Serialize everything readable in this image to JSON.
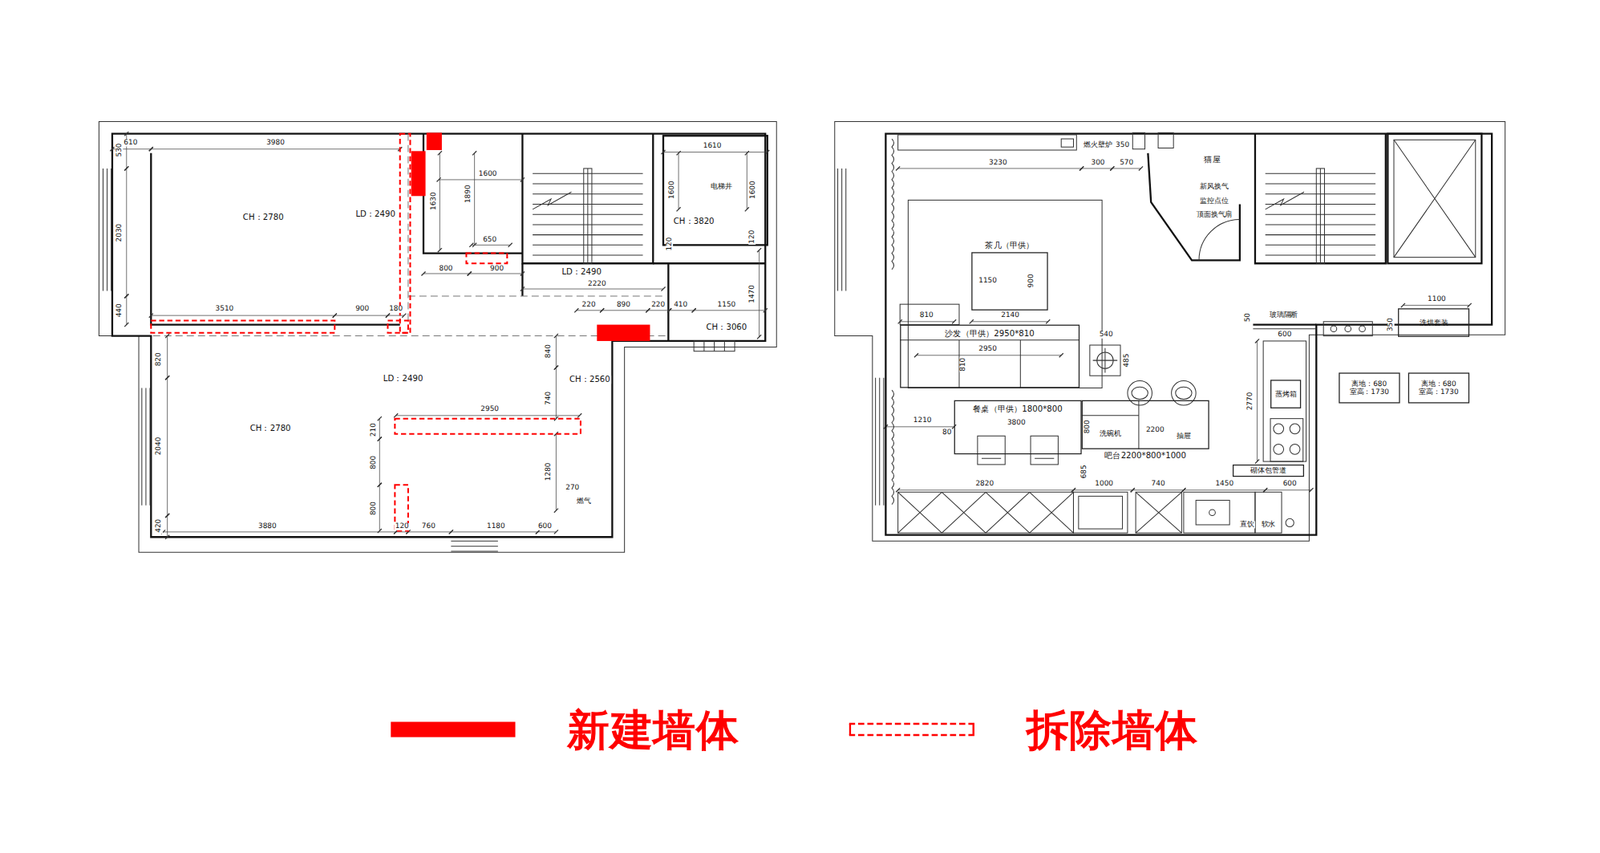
{
  "diagram": {
    "nodes": [
      {
        "text": [
          "茶几（甲供）"
        ]
      },
      {
        "text": [
          "沙发（甲供）2950*810"
        ]
      },
      {
        "text": [
          "餐桌（甲供）1800*800"
        ]
      },
      {
        "text": [
          "吧台2200*800*1000"
        ]
      },
      {
        "text": [
          "蒸烤箱"
        ]
      },
      {
        "text": [
          "砌体包管道"
        ]
      },
      {
        "text": [
          "洗烘套装"
        ]
      },
      {
        "text": [
          "离地：680",
          "室高：1730"
        ]
      },
      {
        "text": [
          "离地：680",
          "室高：1730"
        ]
      }
    ],
    "labels": [
      "610",
      "3980",
      "530",
      "2030",
      "440",
      "CH：2780",
      "LD：2490",
      "1600",
      "1630",
      "1890",
      "650",
      "800",
      "900",
      "LD：2490",
      "2220",
      "1610",
      "1600",
      "电梯井",
      "1600",
      "CH：3820",
      "120",
      "120",
      "1470",
      "220",
      "890",
      "220",
      "410",
      "1150",
      "CH：3060",
      "3510",
      "900",
      "180",
      "820",
      "CH：2780",
      "2040",
      "420",
      "3880",
      "LD：2490",
      "840",
      "CH：2560",
      "740",
      "2950",
      "210",
      "800",
      "1280",
      "270",
      "燃气",
      "800",
      "120",
      "760",
      "1180",
      "600",
      "燃火壁炉",
      "350",
      "3230",
      "300",
      "570",
      "猫屋",
      "新风换气",
      "监控点位",
      "顶面换气扇",
      "1150",
      "900",
      "2140",
      "810",
      "2950",
      "810",
      "540",
      "485",
      "1210",
      "80",
      "3800",
      "800",
      "洗碗机",
      "2200",
      "抽屉",
      "2820",
      "685",
      "1000",
      "740",
      "1450",
      "600",
      "直饮",
      "软水",
      "2770",
      "50",
      "玻璃隔断",
      "600",
      "1100",
      "350"
    ],
    "legend": [
      {
        "text": "新建墙体",
        "color": "#ff0000"
      },
      {
        "text": "拆除墙体"
      }
    ]
  }
}
